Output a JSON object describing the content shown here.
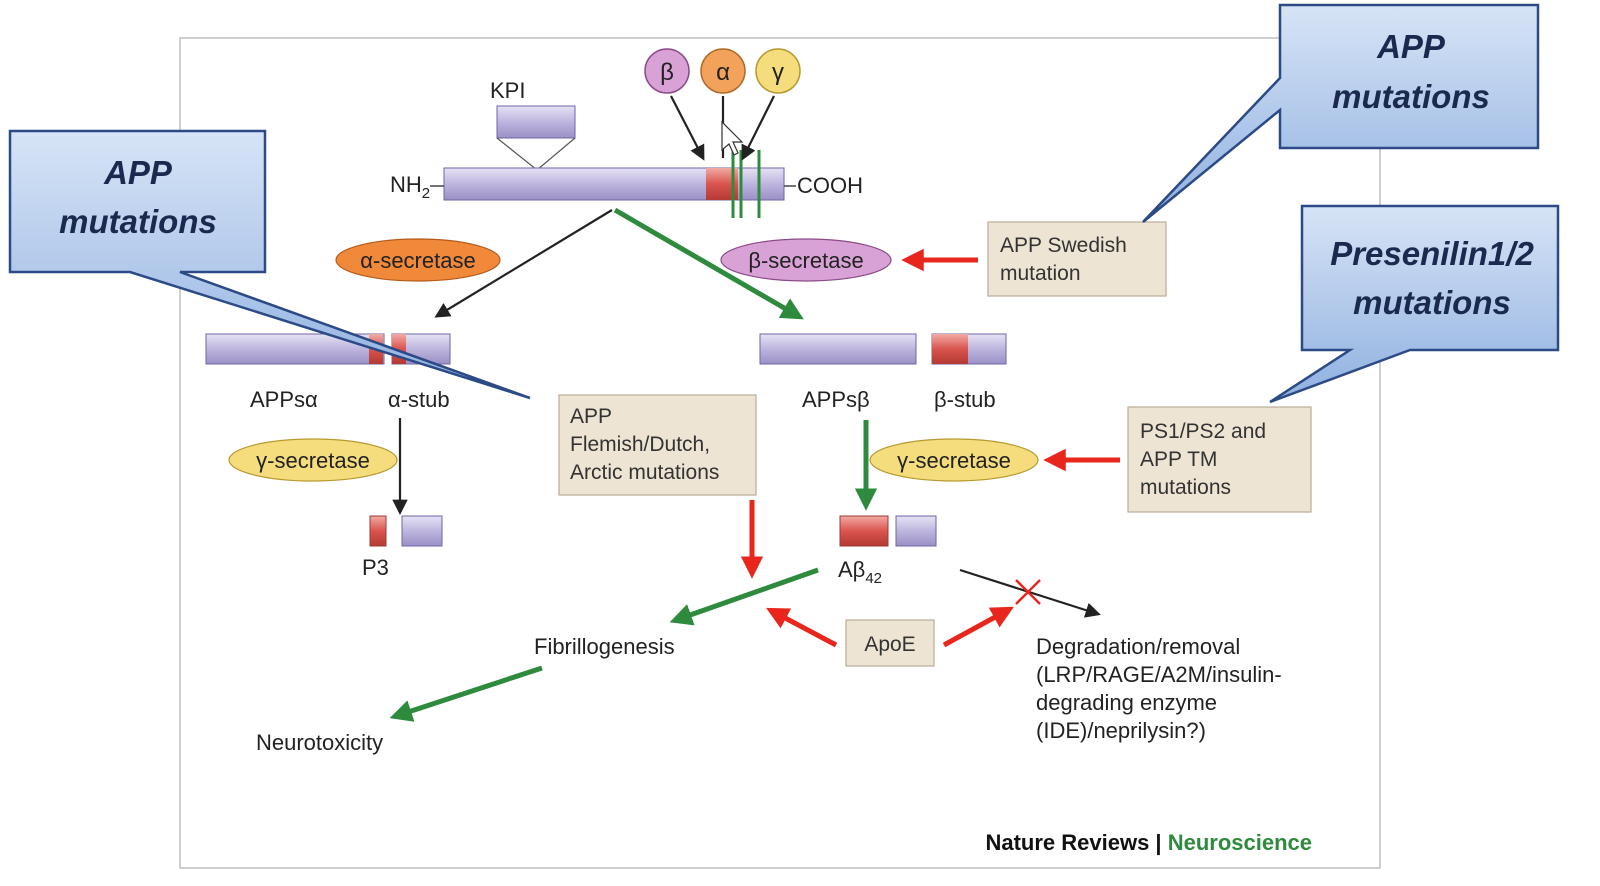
{
  "callouts": {
    "left": [
      "APP",
      "mutations"
    ],
    "top_right": [
      "APP",
      "mutations"
    ],
    "right": [
      "Presenilin1/2",
      "mutations"
    ]
  },
  "top": {
    "kpi": "KPI",
    "nh2": "NH",
    "nh2_sub": "2",
    "cooh": "COOH",
    "sites": {
      "beta": "β",
      "alpha": "α",
      "gamma": "γ"
    }
  },
  "enzymes": {
    "alpha_secretase": "α-secretase",
    "beta_secretase": "β-secretase",
    "gamma_secretase_left": "γ-secretase",
    "gamma_secretase_right": "γ-secretase"
  },
  "fragments": {
    "apps_alpha": "APPsα",
    "alpha_stub": "α-stub",
    "apps_beta": "APPsβ",
    "beta_stub": "β-stub",
    "p3": "P3",
    "abeta": "Aβ",
    "abeta_sub": "42"
  },
  "boxes": {
    "swedish": [
      "APP Swedish",
      "mutation"
    ],
    "flemish": [
      "APP",
      "Flemish/Dutch,",
      "Arctic mutations"
    ],
    "ps": [
      "PS1/PS2 and",
      "APP TM",
      "mutations"
    ],
    "apoe": "ApoE"
  },
  "outcomes": {
    "fibrillogenesis": "Fibrillogenesis",
    "neurotoxicity": "Neurotoxicity",
    "degradation": [
      "Degradation/removal",
      "(LRP/RAGE/A2M/insulin-",
      "degrading enzyme",
      "(IDE)/neprilysin?)"
    ]
  },
  "credit": {
    "journal": "Nature Reviews",
    "separator": " | ",
    "section": "Neuroscience"
  },
  "colors": {
    "callout_fill": "#a9c4ea",
    "callout_stroke": "#2b4a86",
    "bar_fill": "#c2bbe0",
    "red_segment": "#d9554e",
    "green_arrow": "#2e8b3e",
    "red_arrow": "#e8261c",
    "box_fill": "#ede4d3",
    "journal_green": "#2e8b3e"
  }
}
